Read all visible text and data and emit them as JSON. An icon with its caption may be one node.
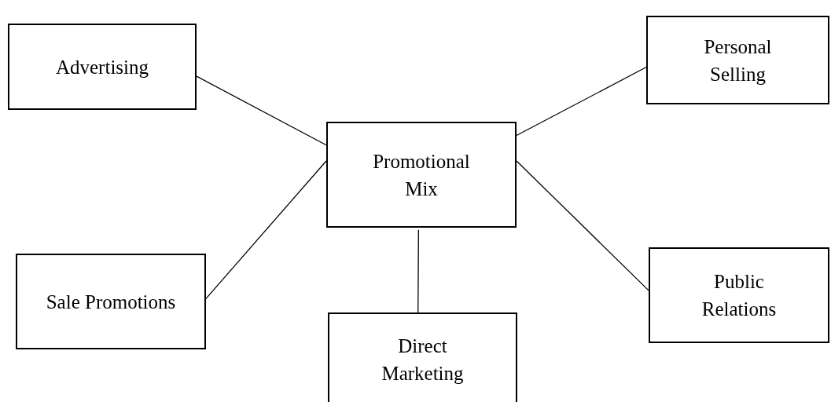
{
  "diagram": {
    "nodes": [
      {
        "text": [
          "Advertising"
        ]
      },
      {
        "text": [
          "Personal Selling"
        ]
      },
      {
        "text": [
          "Promotional Mix"
        ]
      },
      {
        "text": [
          "Sale Promotions"
        ]
      },
      {
        "text": [
          "Public Relations"
        ]
      },
      {
        "text": [
          "Direct Marketing"
        ]
      }
    ],
    "edges": [
      {
        "from": 2,
        "to": 0,
        "arrow": "none"
      },
      {
        "from": 2,
        "to": 1,
        "arrow": "none"
      },
      {
        "from": 2,
        "to": 3,
        "arrow": "none"
      },
      {
        "from": 2,
        "to": 4,
        "arrow": "none"
      },
      {
        "from": 2,
        "to": 5,
        "arrow": "none"
      }
    ]
  }
}
